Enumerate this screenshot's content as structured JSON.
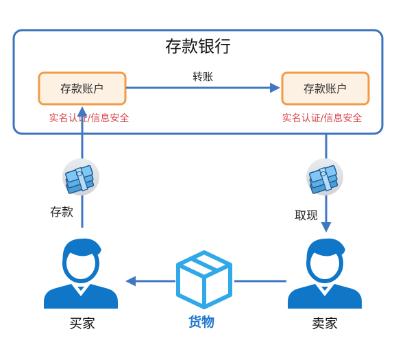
{
  "bank": {
    "title": "存款银行",
    "transfer_label": "转账"
  },
  "buyer_account": {
    "label": "存款账户",
    "note": "实名认证/信息安全"
  },
  "seller_account": {
    "label": "存款账户",
    "note": "实名认证/信息安全"
  },
  "deposit_label": "存款",
  "withdraw_label": "取现",
  "buyer": {
    "label": "买家"
  },
  "seller": {
    "label": "卖家"
  },
  "goods_label": "货物",
  "colors": {
    "frame_blue": "#3a73c0",
    "arrow_blue": "#3f77c2",
    "account_border": "#f29a45",
    "account_fill": "#fdf1e4",
    "note_red": "#d9434a",
    "goods_blue": "#1f76d0",
    "person_blue": "#0f76c8",
    "box_blue": "#31a8e8"
  },
  "icons": [
    "money-stack-icon",
    "money-stack-icon",
    "person-icon",
    "person-icon",
    "package-box-icon"
  ]
}
